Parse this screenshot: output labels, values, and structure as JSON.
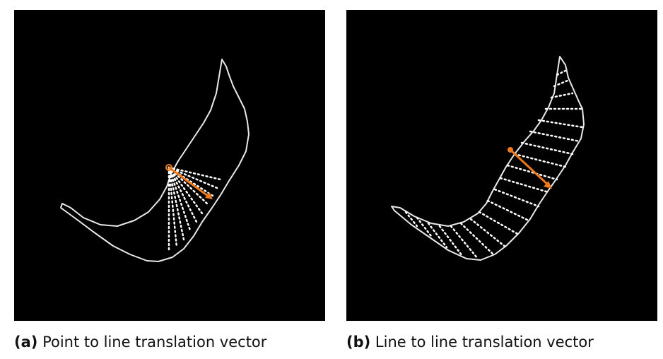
{
  "colors": {
    "background": "#000000",
    "contour": "#e8e8e8",
    "dotted_lines": "#ffffff",
    "translation_vector": "#f07a1a"
  },
  "panels": [
    {
      "label": "(a)",
      "title": "Point to line translation vector"
    },
    {
      "label": "(b)",
      "title": "Line to line translation vector"
    }
  ]
}
